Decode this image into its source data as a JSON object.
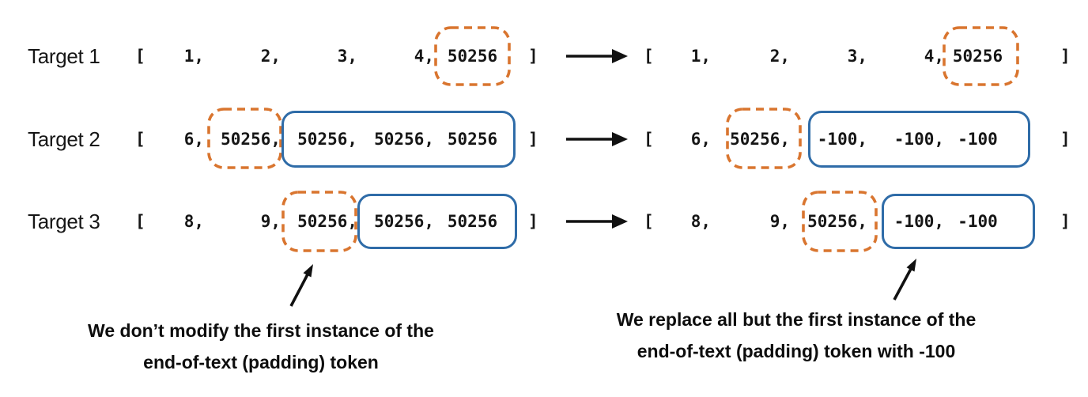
{
  "colors": {
    "dashed_box": "#D9752F",
    "solid_box": "#2F6CA8",
    "text": "#161616",
    "arrow": "#111111",
    "background": "#ffffff"
  },
  "icons": {
    "right_arrow": "→",
    "up_right_arrow": "↗"
  },
  "rows": [
    {
      "label": "Target 1",
      "left": {
        "open": "[",
        "tokens": [
          "1,",
          "2,",
          "3,",
          "4,",
          "50256"
        ],
        "close": "]"
      },
      "right": {
        "open": "[",
        "tokens": [
          "1,",
          "2,",
          "3,",
          "4,",
          "50256"
        ],
        "close": "]"
      }
    },
    {
      "label": "Target 2",
      "left": {
        "open": "[",
        "tokens": [
          "6,",
          "50256,",
          "50256,",
          "50256,",
          "50256"
        ],
        "close": "]"
      },
      "right": {
        "open": "[",
        "tokens": [
          "6,",
          "50256,",
          "-100,",
          "-100,",
          "-100"
        ],
        "close": "]"
      }
    },
    {
      "label": "Target 3",
      "left": {
        "open": "[",
        "tokens": [
          "8,",
          "9,",
          "50256,",
          "50256,",
          "50256"
        ],
        "close": "]"
      },
      "right": {
        "open": "[",
        "tokens": [
          "8,",
          "9,",
          "50256,",
          "-100,",
          "-100"
        ],
        "close": "]"
      }
    }
  ],
  "annotations": {
    "left": {
      "line1": "We don’t modify the first instance of the",
      "line2": "end-of-text (padding) token"
    },
    "right": {
      "line1": "We replace all but the first instance of the",
      "line2": "end-of-text (padding) token with -100"
    }
  }
}
